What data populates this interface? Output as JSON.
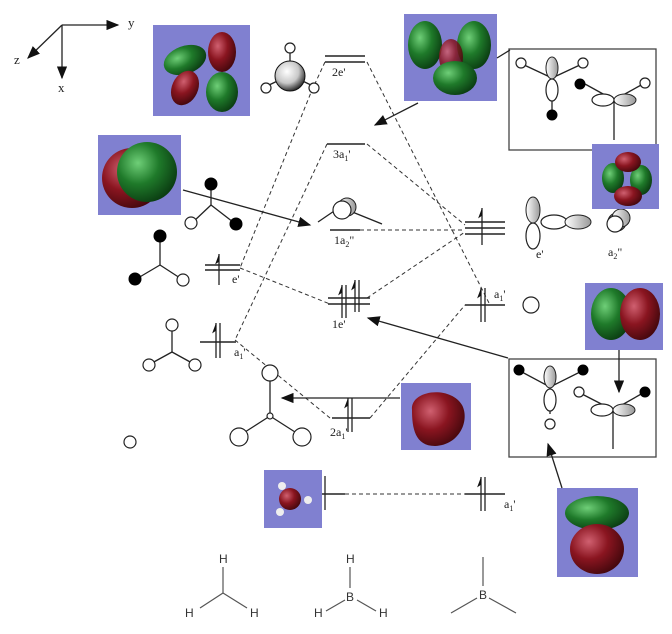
{
  "axes": {
    "x": "x",
    "y": "y",
    "z": "z"
  },
  "levels": {
    "center": {
      "2e_prime": "2e'",
      "3a1_prime": "3a1'",
      "1a2_doubleprime": "1a2\"",
      "1e_prime": "1e'",
      "2a1_prime": "2a1'"
    },
    "left": {
      "e_prime": "e'",
      "a1_prime": "a1'"
    },
    "right": {
      "e_prime": "e'",
      "a2_doubleprime": "a2\"",
      "a1_prime": "a1'",
      "a1_prime_low": "a1'"
    }
  },
  "label_parts": {
    "sub1": "1",
    "sub2": "2",
    "e": "e",
    "a": "a",
    "prime": "'",
    "dprime": "\"",
    "n2e": "2e",
    "n3a": "3a",
    "n1a": "1a",
    "n1e": "1e",
    "n2a": "2a"
  },
  "molecules": {
    "h3": {
      "atoms": [
        "H",
        "H",
        "H"
      ]
    },
    "bh3": {
      "atoms": [
        "H",
        "B",
        "H",
        "H"
      ]
    },
    "b": {
      "atoms": [
        "B"
      ]
    }
  },
  "colors": {
    "mo_background": "#8080d0",
    "lobe_green": "#1f7a2a",
    "lobe_red": "#8a1520"
  }
}
